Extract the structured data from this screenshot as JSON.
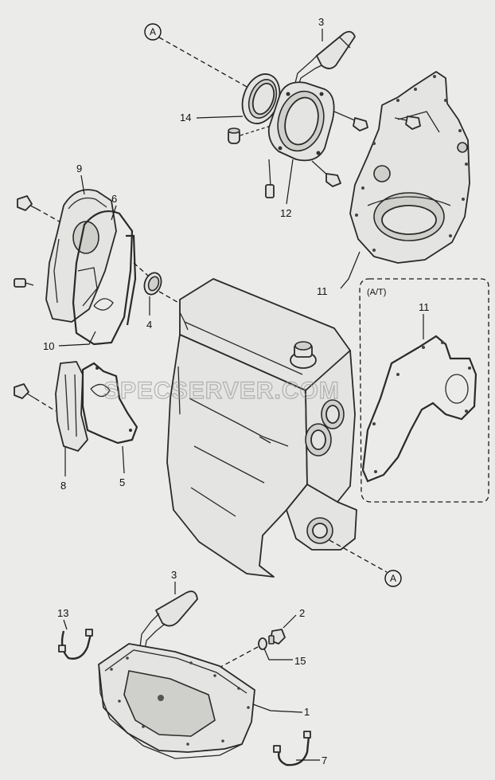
{
  "watermark": "SPECSERVER.COM",
  "box_label": "(A/T)",
  "ref_marks": [
    "A",
    "A"
  ],
  "callouts": {
    "c1": "1",
    "c2": "2",
    "c3a": "3",
    "c3b": "3",
    "c4": "4",
    "c5": "5",
    "c6": "6",
    "c7": "7",
    "c8": "8",
    "c9": "9",
    "c10": "10",
    "c11a": "11",
    "c11b": "11",
    "c12": "12",
    "c13": "13",
    "c14": "14",
    "c15": "15"
  }
}
